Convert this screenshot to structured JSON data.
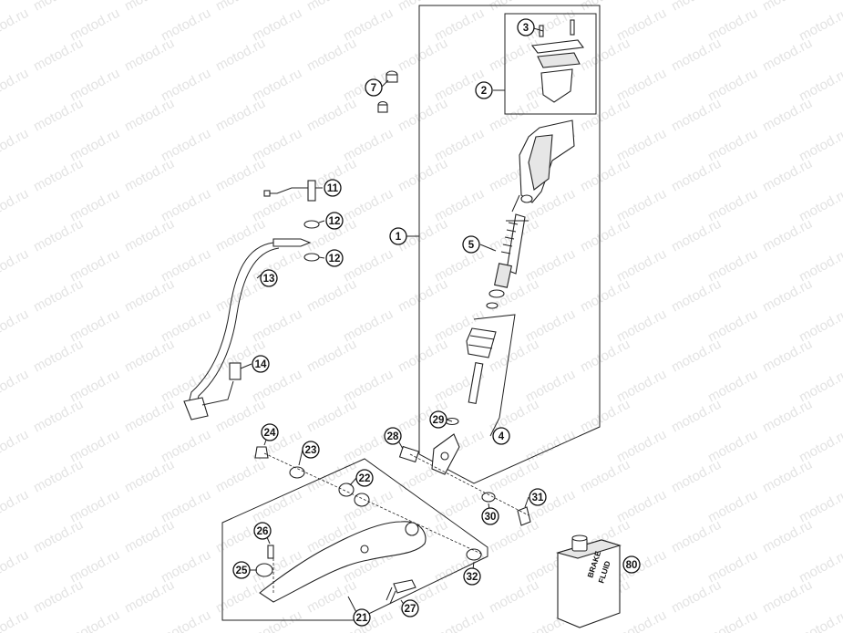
{
  "watermark": "motod.ru",
  "callouts": [
    {
      "id": "c1",
      "label": "1"
    },
    {
      "id": "c2",
      "label": "2"
    },
    {
      "id": "c3",
      "label": "3"
    },
    {
      "id": "c4",
      "label": "4"
    },
    {
      "id": "c5",
      "label": "5"
    },
    {
      "id": "c7",
      "label": "7"
    },
    {
      "id": "c11",
      "label": "11"
    },
    {
      "id": "c12a",
      "label": "12"
    },
    {
      "id": "c12b",
      "label": "12"
    },
    {
      "id": "c13",
      "label": "13"
    },
    {
      "id": "c14",
      "label": "14"
    },
    {
      "id": "c21",
      "label": "21"
    },
    {
      "id": "c22",
      "label": "22"
    },
    {
      "id": "c23",
      "label": "23"
    },
    {
      "id": "c24",
      "label": "24"
    },
    {
      "id": "c25",
      "label": "25"
    },
    {
      "id": "c26",
      "label": "26"
    },
    {
      "id": "c27",
      "label": "27"
    },
    {
      "id": "c28",
      "label": "28"
    },
    {
      "id": "c29",
      "label": "29"
    },
    {
      "id": "c30",
      "label": "30"
    },
    {
      "id": "c31",
      "label": "31"
    },
    {
      "id": "c32",
      "label": "32"
    },
    {
      "id": "c80",
      "label": "80"
    }
  ],
  "brake_fluid_can": {
    "line1": "BRAKE",
    "line2": "FLUID"
  }
}
